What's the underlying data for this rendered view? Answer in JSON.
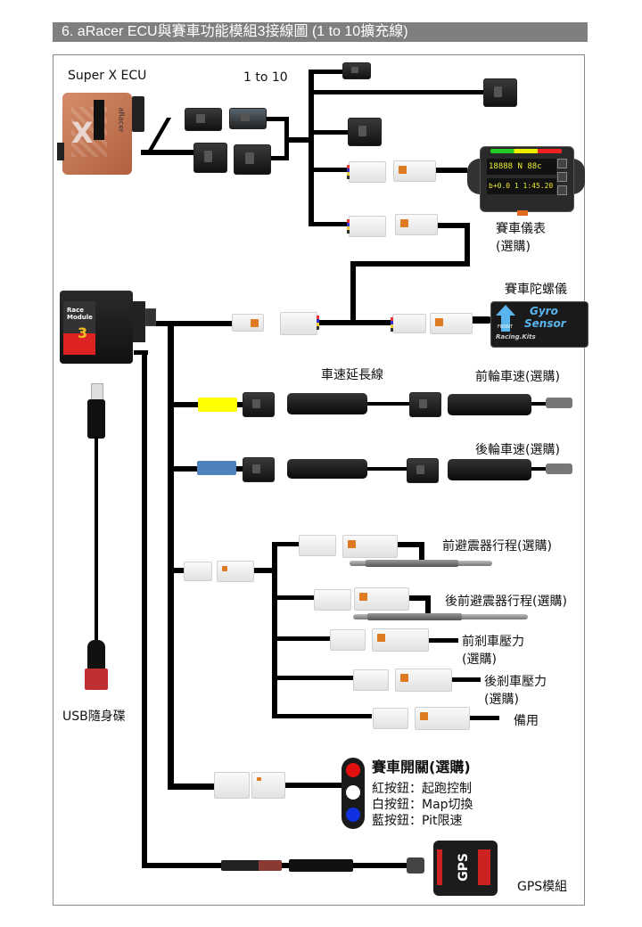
{
  "title": "6. aRacer ECU與賽車功能模組3接線圖 (1 to 10擴充線)",
  "labels": {
    "ecu": "Super X ECU",
    "splitter": "1 to 10",
    "dash_line1": "賽車儀表",
    "dash_line2": "(選購)",
    "gyro": "賽車陀螺儀",
    "speed_ext": "車速延長線",
    "front_speed": "前輪車速(選購)",
    "rear_speed": "後輪車速(選購)",
    "front_shock": "前避震器行程(選購)",
    "rear_shock": "後前避震器行程(選購)",
    "front_brake_line1": "前剎車壓力",
    "front_brake_line2": "(選購)",
    "rear_brake_line1": "後剎車壓力",
    "rear_brake_line2": "(選購)",
    "spare": "備用",
    "usb": "USB隨身碟",
    "switch_title": "賽車開關(選購)",
    "switch_red": "紅按鈕：起跑控制",
    "switch_white": "白按鈕：Map切換",
    "switch_blue": "藍按鈕：Pit限速",
    "gps": "GPS模組"
  },
  "devices": {
    "ecu_badge": "aRacer",
    "race_module_line1": "Race",
    "race_module_line2": "Module",
    "race_module_num": "3",
    "dash_row1": "18888  N  88c",
    "dash_row2": "b+0.0  1 1:45.20",
    "gyro_line1": "Gyro",
    "gyro_line2": "Sensor",
    "gyro_front": "FRONT",
    "gyro_brand": "Racing.Kits",
    "gps_text": "GPS"
  },
  "colors": {
    "title_bg": "#7f7f7f",
    "wire": "#000000",
    "speed_front_tag": "#ffff00",
    "speed_rear_tag": "#4f81bd",
    "ecu_copper": "#c8785a",
    "btn_red": "#e01010",
    "btn_white": "#ffffff",
    "btn_blue": "#1030e0"
  }
}
